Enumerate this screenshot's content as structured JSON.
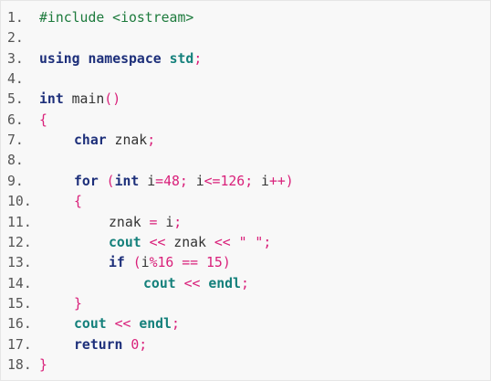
{
  "code": {
    "lines": [
      {
        "num": "1.",
        "indent": 0,
        "tokens": [
          [
            "pp",
            "#include <iostream>"
          ]
        ]
      },
      {
        "num": "2.",
        "indent": 0,
        "tokens": []
      },
      {
        "num": "3.",
        "indent": 0,
        "tokens": [
          [
            "kw",
            "using"
          ],
          [
            "pl",
            " "
          ],
          [
            "kw",
            "namespace"
          ],
          [
            "pl",
            " "
          ],
          [
            "fn",
            "std"
          ],
          [
            "op",
            ";"
          ]
        ]
      },
      {
        "num": "4.",
        "indent": 0,
        "tokens": []
      },
      {
        "num": "5.",
        "indent": 0,
        "tokens": [
          [
            "ty",
            "int"
          ],
          [
            "pl",
            " main"
          ],
          [
            "br",
            "()"
          ]
        ]
      },
      {
        "num": "6.",
        "indent": 0,
        "tokens": [
          [
            "br",
            "{"
          ]
        ]
      },
      {
        "num": "7.",
        "indent": 1,
        "tokens": [
          [
            "ty",
            "char"
          ],
          [
            "pl",
            " znak"
          ],
          [
            "op",
            ";"
          ]
        ]
      },
      {
        "num": "8.",
        "indent": 0,
        "tokens": []
      },
      {
        "num": "9.",
        "indent": 1,
        "tokens": [
          [
            "kw",
            "for"
          ],
          [
            "pl",
            " "
          ],
          [
            "br",
            "("
          ],
          [
            "ty",
            "int"
          ],
          [
            "pl",
            " i"
          ],
          [
            "op",
            "="
          ],
          [
            "num",
            "48"
          ],
          [
            "op",
            ";"
          ],
          [
            "pl",
            " i"
          ],
          [
            "op",
            "<="
          ],
          [
            "num",
            "126"
          ],
          [
            "op",
            ";"
          ],
          [
            "pl",
            " i"
          ],
          [
            "op",
            "++"
          ],
          [
            "br",
            ")"
          ]
        ]
      },
      {
        "num": "10.",
        "indent": 1,
        "tokens": [
          [
            "br",
            "{"
          ]
        ]
      },
      {
        "num": "11.",
        "indent": 2,
        "tokens": [
          [
            "pl",
            "znak "
          ],
          [
            "op",
            "="
          ],
          [
            "pl",
            " i"
          ],
          [
            "op",
            ";"
          ]
        ]
      },
      {
        "num": "12.",
        "indent": 2,
        "tokens": [
          [
            "fn",
            "cout"
          ],
          [
            "pl",
            " "
          ],
          [
            "op",
            "<<"
          ],
          [
            "pl",
            " znak "
          ],
          [
            "op",
            "<<"
          ],
          [
            "pl",
            " "
          ],
          [
            "str",
            "\" \""
          ],
          [
            "op",
            ";"
          ]
        ]
      },
      {
        "num": "13.",
        "indent": 2,
        "tokens": [
          [
            "kw",
            "if"
          ],
          [
            "pl",
            " "
          ],
          [
            "br",
            "("
          ],
          [
            "pl",
            "i"
          ],
          [
            "op",
            "%"
          ],
          [
            "num",
            "16"
          ],
          [
            "pl",
            " "
          ],
          [
            "op",
            "=="
          ],
          [
            "pl",
            " "
          ],
          [
            "num",
            "15"
          ],
          [
            "br",
            ")"
          ]
        ]
      },
      {
        "num": "14.",
        "indent": 3,
        "tokens": [
          [
            "fn",
            "cout"
          ],
          [
            "pl",
            " "
          ],
          [
            "op",
            "<<"
          ],
          [
            "pl",
            " "
          ],
          [
            "fn",
            "endl"
          ],
          [
            "op",
            ";"
          ]
        ]
      },
      {
        "num": "15.",
        "indent": 1,
        "tokens": [
          [
            "br",
            "}"
          ]
        ]
      },
      {
        "num": "16.",
        "indent": 1,
        "tokens": [
          [
            "fn",
            "cout"
          ],
          [
            "pl",
            " "
          ],
          [
            "op",
            "<<"
          ],
          [
            "pl",
            " "
          ],
          [
            "fn",
            "endl"
          ],
          [
            "op",
            ";"
          ]
        ]
      },
      {
        "num": "17.",
        "indent": 1,
        "tokens": [
          [
            "kw",
            "return"
          ],
          [
            "pl",
            " "
          ],
          [
            "num",
            "0"
          ],
          [
            "op",
            ";"
          ]
        ]
      },
      {
        "num": "18.",
        "indent": 0,
        "tokens": [
          [
            "br",
            "}"
          ]
        ]
      }
    ]
  }
}
